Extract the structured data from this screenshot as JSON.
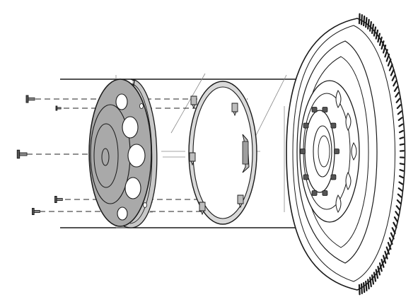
{
  "diagram": {
    "colors": {
      "ink": "#1a1a1a",
      "cover_fill": "#a9a9a9",
      "cover_light": "#c8c8c8",
      "ring_fill": "#d9d9d9",
      "guide": "#666666",
      "paper": "#ffffff"
    },
    "parts": [
      {
        "name": "bolt",
        "count": 5
      },
      {
        "name": "hub-cover",
        "holes": 5
      },
      {
        "name": "retaining-ring",
        "clips": 5
      },
      {
        "name": "wheel-and-tire",
        "wheel_nuts": 10
      }
    ]
  }
}
